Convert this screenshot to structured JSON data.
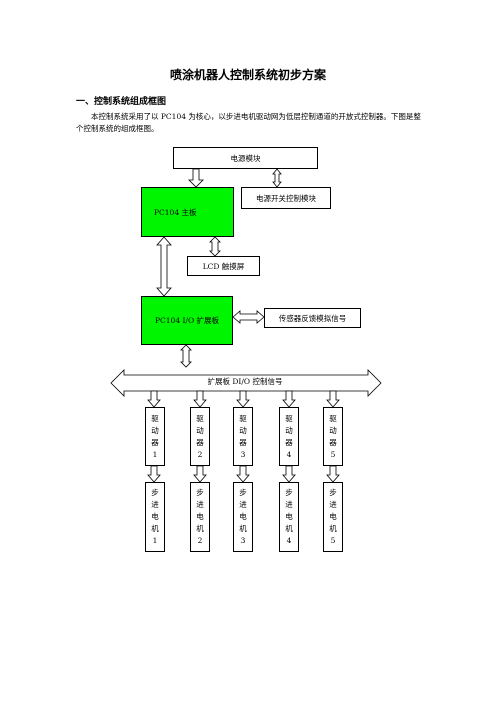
{
  "doc": {
    "title": "喷涂机器人控制系统初步方案",
    "section1_heading": "一、控制系统组成框图",
    "section1_para": "本控制系统采用了以 PC104 为核心，以步进电机驱动网为低层控制通道的开放式控制器。下图是整个控制系统的组成框图。"
  },
  "diagram": {
    "power_module": "电源模块",
    "power_switch_module": "电源开关控制模块",
    "main_board": "PC104  主板",
    "lcd": "LCD 触摸屏",
    "io_board": "PC104 I/O 扩展板",
    "sensor": "传感器反馈模拟信号",
    "bus": "扩展板 DI/O 控制信号",
    "drivers": [
      [
        "驱",
        "动",
        "器",
        "1"
      ],
      [
        "驱",
        "动",
        "器",
        "2"
      ],
      [
        "驱",
        "动",
        "器",
        "3"
      ],
      [
        "驱",
        "动",
        "器",
        "4"
      ],
      [
        "驱",
        "动",
        "器",
        "5"
      ]
    ],
    "motors": [
      [
        "步",
        "进",
        "电",
        "机",
        "1"
      ],
      [
        "步",
        "进",
        "电",
        "机",
        "2"
      ],
      [
        "步",
        "进",
        "电",
        "机",
        "3"
      ],
      [
        "步",
        "进",
        "电",
        "机",
        "4"
      ],
      [
        "步",
        "进",
        "电",
        "机",
        "5"
      ]
    ],
    "colors": {
      "board_fill": "#00f500",
      "line": "#000000"
    }
  }
}
